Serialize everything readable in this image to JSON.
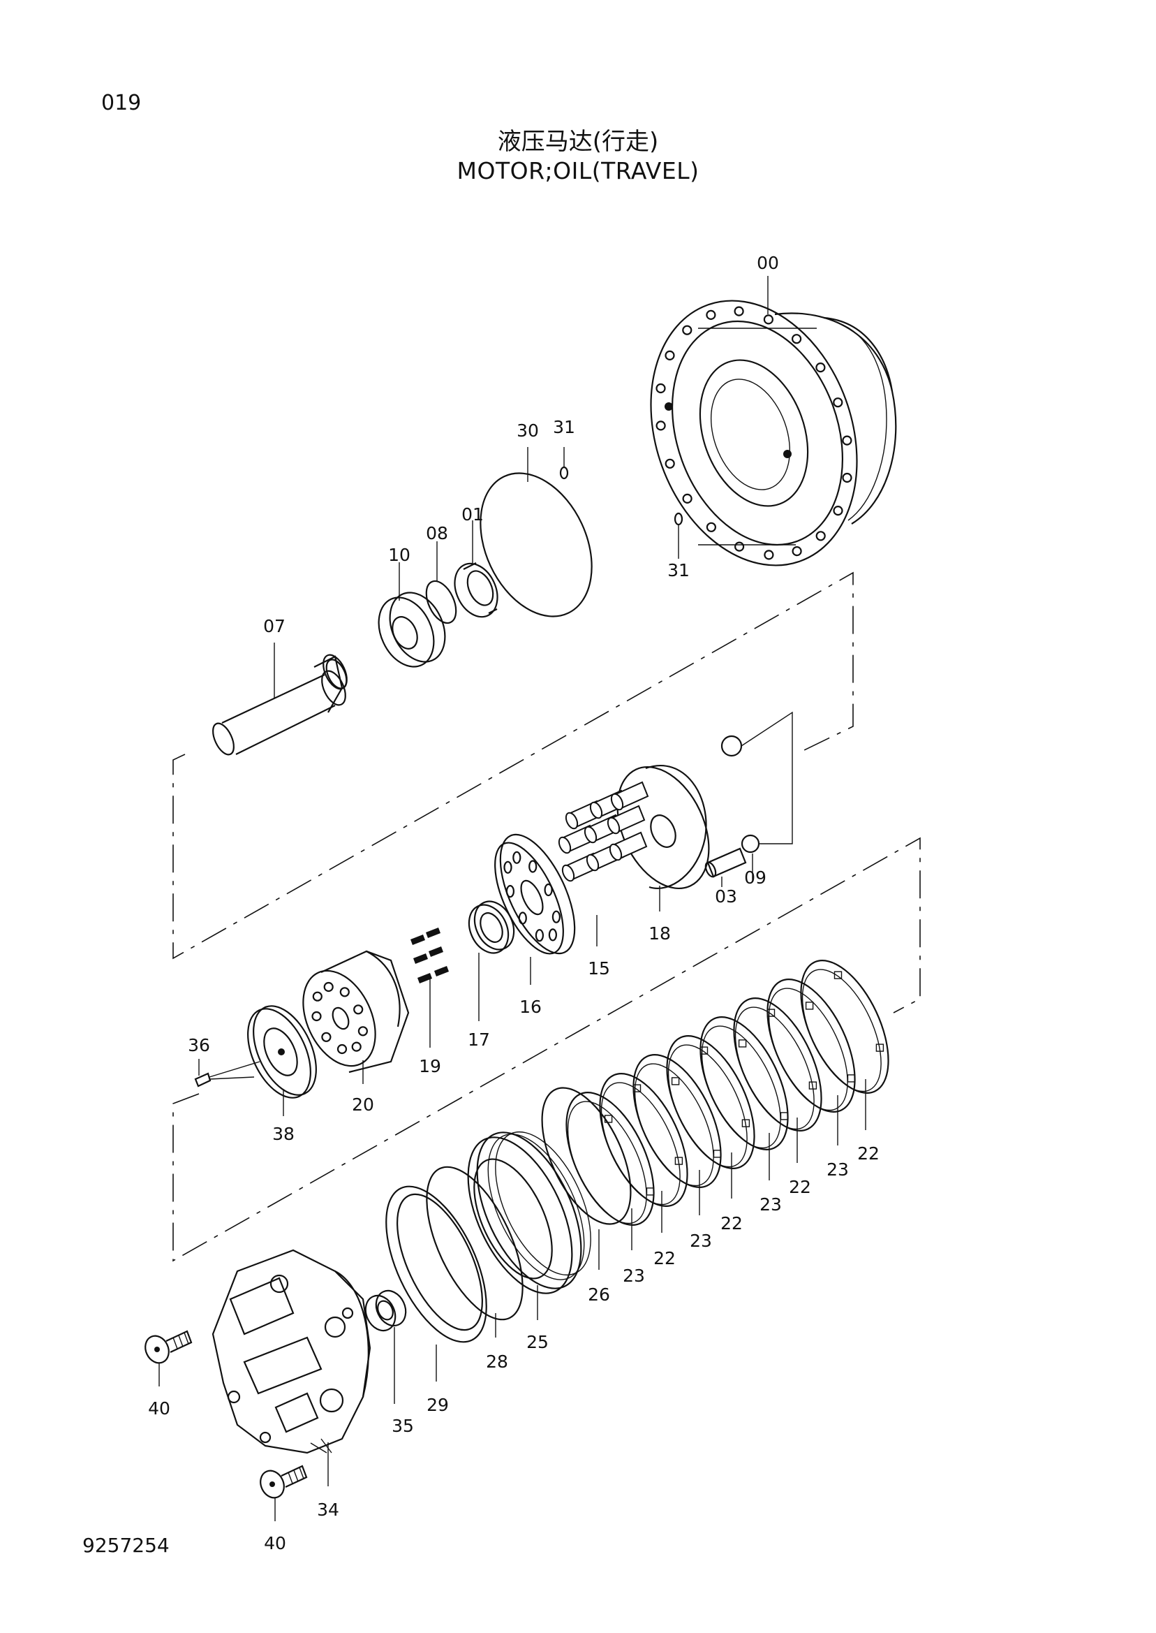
{
  "header": {
    "page_number": "019",
    "title_cn": "液压马达(行走)",
    "title_en": "MOTOR;OIL(TRAVEL)"
  },
  "footer": {
    "drawing_number": "9257254"
  },
  "callouts": [
    "00",
    "31",
    "30",
    "01",
    "08",
    "10",
    "31",
    "07",
    "09",
    "03",
    "18",
    "15",
    "16",
    "17",
    "19",
    "36",
    "20",
    "38",
    "22",
    "23",
    "22",
    "23",
    "22",
    "23",
    "22",
    "23",
    "26",
    "23",
    "25",
    "28",
    "29",
    "35",
    "40",
    "34",
    "40"
  ]
}
